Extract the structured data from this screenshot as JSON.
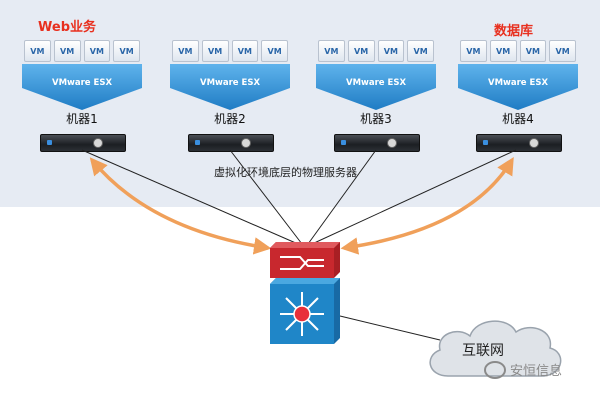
{
  "diagram": {
    "group_labels": {
      "left": "Web业务",
      "right": "数据库"
    },
    "machines": [
      {
        "vms": [
          "VM",
          "VM",
          "VM",
          "VM"
        ],
        "host": "VMware ESX",
        "label": "机器1"
      },
      {
        "vms": [
          "VM",
          "VM",
          "VM",
          "VM"
        ],
        "host": "VMware ESX",
        "label": "机器2"
      },
      {
        "vms": [
          "VM",
          "VM",
          "VM",
          "VM"
        ],
        "host": "VMware ESX",
        "label": "机器3"
      },
      {
        "vms": [
          "VM",
          "VM",
          "VM",
          "VM"
        ],
        "host": "VMware ESX",
        "label": "机器4"
      }
    ],
    "caption": "虚拟化环境底层的物理服务器",
    "internet_label": "互联网",
    "watermark": "安恒信息",
    "colors": {
      "panel": "#e6ebf3",
      "host_blue": "#2f8fd6",
      "arrow_orange": "#f0a05a",
      "switch_red": "#c0282e",
      "switch_blue": "#1f86c8",
      "group_label_red": "#e8301f"
    }
  }
}
